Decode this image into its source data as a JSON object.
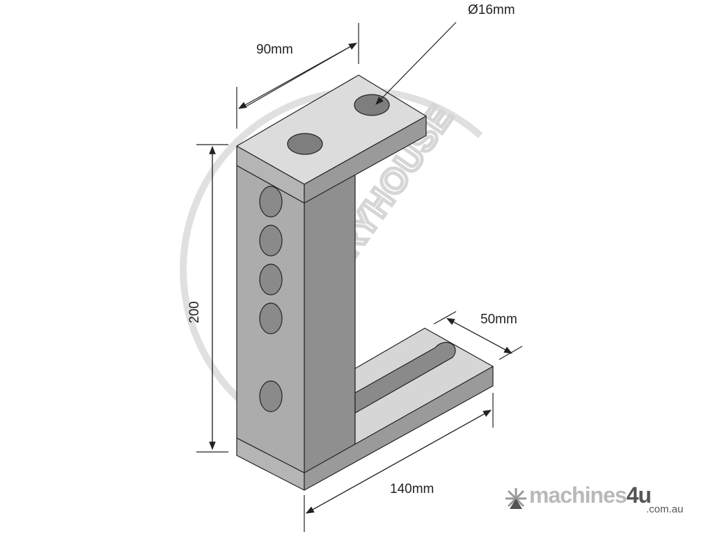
{
  "dimensions": {
    "top_width": "90mm",
    "hole_diameter": "Ø16mm",
    "height": "200",
    "bottom_width": "50mm",
    "bottom_length": "140mm"
  },
  "watermark": "MACHINERYHOUSE",
  "logo": {
    "main": "machines",
    "accent": "4u",
    "sub": ".com.au"
  },
  "colors": {
    "face_light": "#d9d9d9",
    "face_mid": "#aaaaaa",
    "face_dark": "#8c8c8c",
    "watermark": "#d6d6d6"
  }
}
